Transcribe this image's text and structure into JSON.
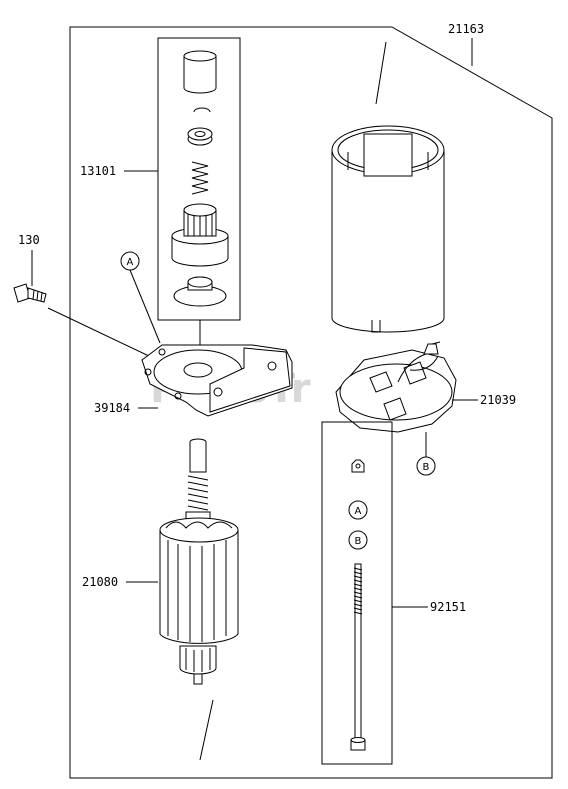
{
  "labels": {
    "kit_starter": "21163",
    "kit_drive": "13101",
    "bolt": "130",
    "bracket": "39184",
    "brush_plate": "21039",
    "armature": "21080",
    "through_bolt": "92151"
  },
  "callouts": {
    "a_upper": "A",
    "b_upper": "B",
    "a_lower": "A",
    "b_lower": "B"
  },
  "watermark": "PartsTr"
}
